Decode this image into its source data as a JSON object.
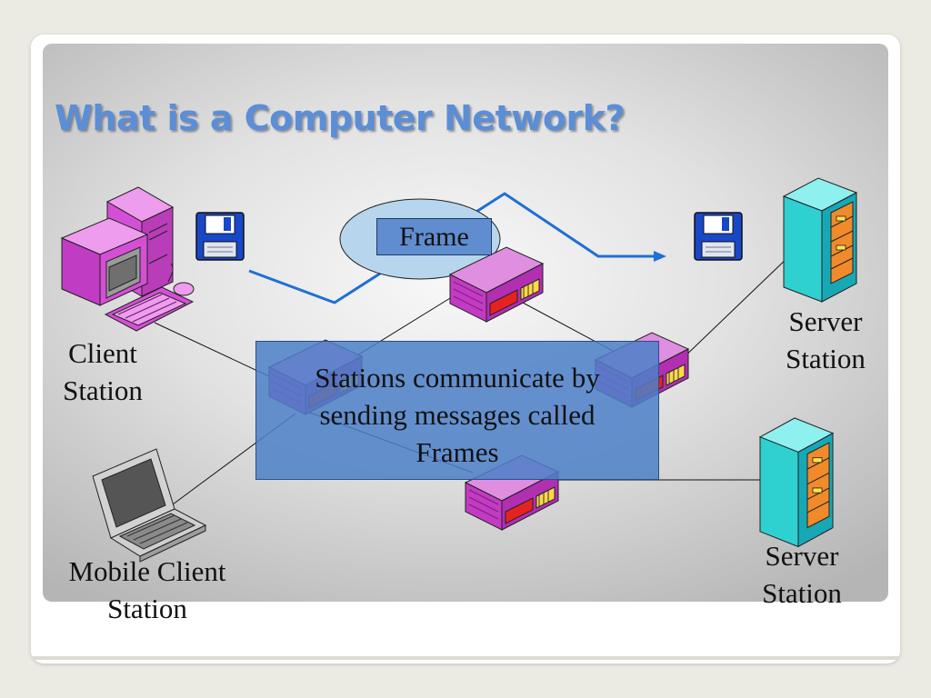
{
  "slide": {
    "title": "What is a Computer Network?",
    "frame_bubble_label": "Frame",
    "message": [
      "Stations communicate by",
      "sending messages called",
      "Frames"
    ]
  },
  "nodes": {
    "client_station": [
      "Client",
      "Station"
    ],
    "mobile_client_station": [
      "Mobile Client",
      "Station"
    ],
    "server_station_top": [
      "Server",
      "Station"
    ],
    "server_station_bottom": [
      "Server",
      "Station"
    ]
  },
  "colors": {
    "title": "#5b8ed6",
    "panel": "#d6d6d6",
    "message_box": "#4d80c8",
    "frame_path": "#1f6fd6",
    "computer": "#d44fd6",
    "server": "#2ec8c8",
    "server_rack": "#f08a2a",
    "router_body": "#c040c0",
    "router_front": "#e02020",
    "floppy": "#1848c8"
  },
  "icons": [
    "desktop-computer-icon",
    "floppy-disk-icon",
    "server-tower-icon",
    "laptop-icon",
    "router-icon"
  ]
}
